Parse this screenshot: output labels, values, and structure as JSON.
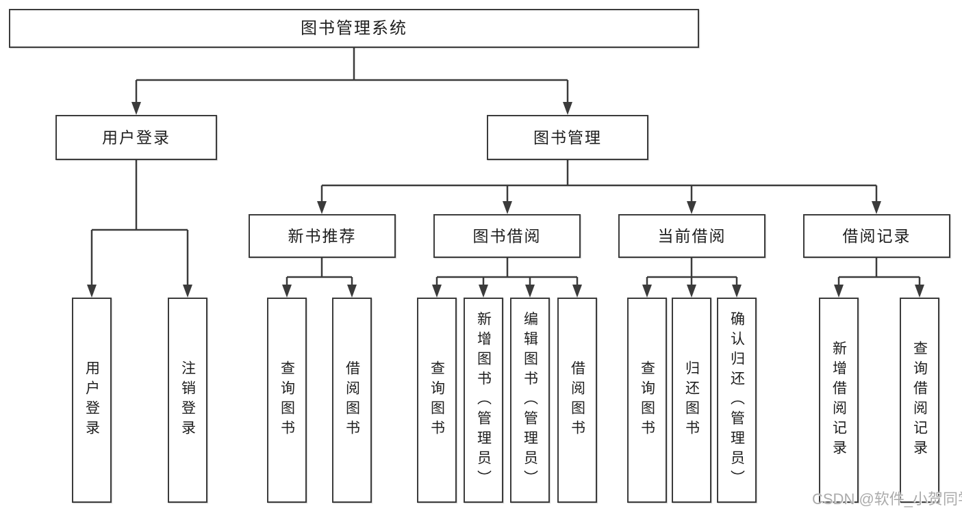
{
  "diagram": {
    "root": {
      "label": "图书管理系统",
      "children": [
        {
          "label": "用户登录",
          "children": [
            {
              "label": "用户登录"
            },
            {
              "label": "注销登录"
            }
          ]
        },
        {
          "label": "图书管理",
          "children": [
            {
              "label": "新书推荐",
              "children": [
                {
                  "label": "查询图书"
                },
                {
                  "label": "借阅图书"
                }
              ]
            },
            {
              "label": "图书借阅",
              "children": [
                {
                  "label": "查询图书"
                },
                {
                  "label": "新增图书（管理员）"
                },
                {
                  "label": "编辑图书（管理员）"
                },
                {
                  "label": "借阅图书"
                }
              ]
            },
            {
              "label": "当前借阅",
              "children": [
                {
                  "label": "查询图书"
                },
                {
                  "label": "归还图书"
                },
                {
                  "label": "确认归还（管理员）"
                }
              ]
            },
            {
              "label": "借阅记录",
              "children": [
                {
                  "label": "新增借阅记录"
                },
                {
                  "label": "查询借阅记录"
                }
              ]
            }
          ]
        }
      ]
    }
  },
  "watermark": {
    "text": "CSDN @软件_小贺同学"
  },
  "colors": {
    "line": "#3b3b3b",
    "text": "#1e1e1e",
    "box_fill": "#ffffff",
    "watermark": "#ababab",
    "background": "#ffffff"
  }
}
